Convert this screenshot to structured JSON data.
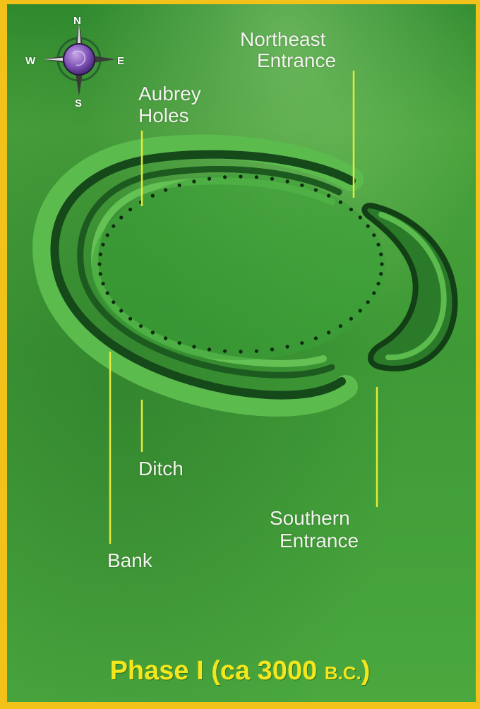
{
  "compass": {
    "n": "N",
    "s": "S",
    "e": "E",
    "w": "W"
  },
  "labels": {
    "northeast_entrance": [
      "Northeast",
      "Entrance"
    ],
    "aubrey_holes": [
      "Aubrey",
      "Holes"
    ],
    "ditch": "Ditch",
    "bank": "Bank",
    "southern_entrance": [
      "Southern",
      "Entrance"
    ]
  },
  "caption": {
    "phase": "Phase I",
    "open": " (ca 3000 ",
    "era": "B.C.",
    "close": ")"
  },
  "colors": {
    "grass": "#3a9e33",
    "grass_light": "#5fbf4f",
    "leader_line": "#e6ea3a",
    "caption": "#f4e61c",
    "border": "#f2c21a"
  }
}
